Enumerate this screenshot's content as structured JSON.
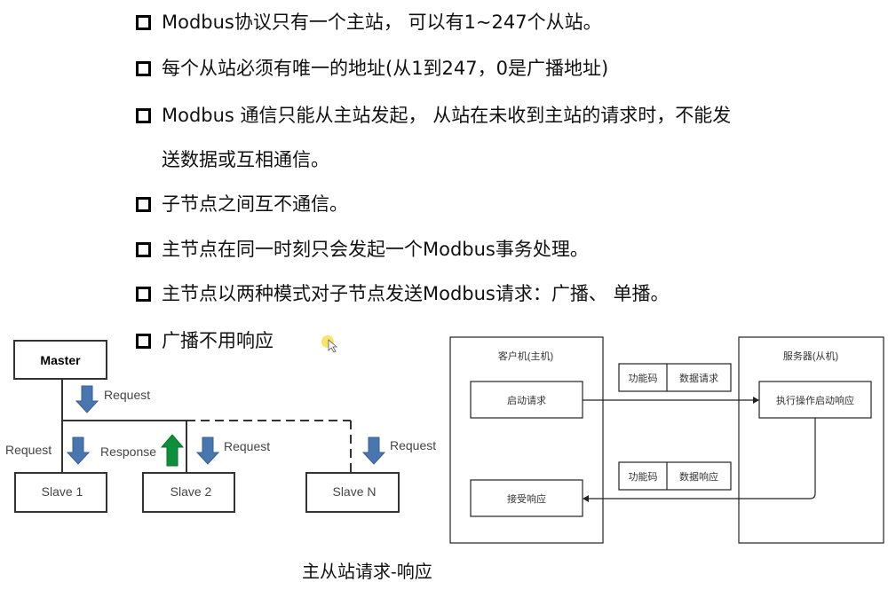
{
  "bullets": [
    "Modbus协议只有一个主站， 可以有1~247个从站。",
    "每个从站必须有唯一的地址(从1到247，0是广播地址)",
    "Modbus 通信只能从主站发起， 从站在未收到主站的请求时，不能发",
    "送数据或互相通信。",
    "子节点之间互不通信。",
    "主节点在同一时刻只会发起一个Modbus事务处理。",
    "主节点以两种模式对子节点发送Modbus请求：广播、 单播。",
    "广播不用响应"
  ],
  "left_diagram": {
    "master": "Master",
    "slaves": [
      "Slave 1",
      "Slave 2",
      "Slave N"
    ],
    "request": "Request",
    "response": "Response",
    "colors": {
      "request_arrow": "#4a76b0",
      "response_arrow": "#0e8f3c"
    }
  },
  "right_diagram": {
    "client_title": "客户机(主机)",
    "server_title": "服务器(从机)",
    "start_request": "启动请求",
    "accept_response": "接受响应",
    "execute": "执行操作启动响应",
    "req_packet": [
      "功能码",
      "数据请求"
    ],
    "resp_packet": [
      "功能码",
      "数据响应"
    ]
  },
  "caption": "主从站请求-响应"
}
